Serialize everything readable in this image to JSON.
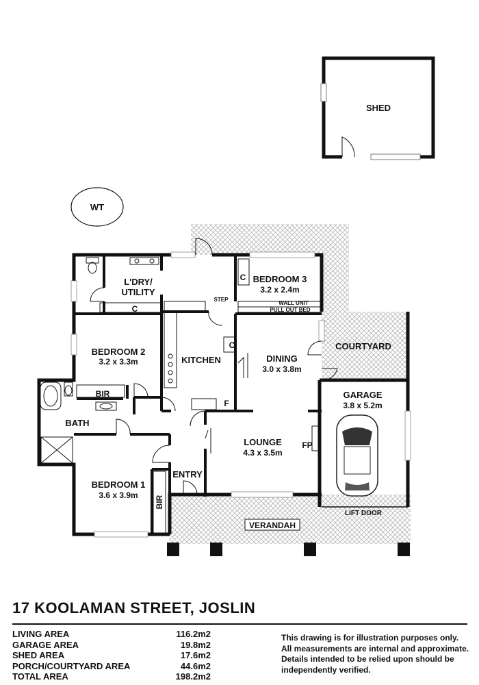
{
  "rooms": {
    "shed": "SHED",
    "wt": "WT",
    "laundry_line1": "L'DRY/",
    "laundry_line2": "UTILITY",
    "bedroom3_name": "BEDROOM 3",
    "bedroom3_dims": "3.2 x 2.4m",
    "wall_unit": "WALL UNIT",
    "pull_out_bed": "PULL OUT BED",
    "step": "STEP",
    "bedroom2_name": "BEDROOM 2",
    "bedroom2_dims": "3.2 x 3.3m",
    "kitchen": "KITCHEN",
    "dining_name": "DINING",
    "dining_dims": "3.0 x 3.8m",
    "courtyard": "COURTYARD",
    "garage_name": "GARAGE",
    "garage_dims": "3.8 x 5.2m",
    "bir": "BIR",
    "bath": "BATH",
    "lounge_name": "LOUNGE",
    "lounge_dims": "4.3 x 3.5m",
    "fp": "FP",
    "entry": "ENTRY",
    "bedroom1_name": "BEDROOM 1",
    "bedroom1_dims": "3.6 x 3.9m",
    "verandah": "VERANDAH",
    "lift_door": "LIFT DOOR",
    "cupboard": "C",
    "fridge": "F"
  },
  "footer": {
    "title": "17 KOOLAMAN STREET, JOSLIN",
    "areas": [
      {
        "label": "LIVING AREA",
        "value": "116.2m2"
      },
      {
        "label": "GARAGE AREA",
        "value": "19.8m2"
      },
      {
        "label": "SHED AREA",
        "value": "17.6m2"
      },
      {
        "label": "PORCH/COURTYARD AREA",
        "value": "44.6m2"
      },
      {
        "label": "TOTAL AREA",
        "value": "198.2m2"
      }
    ],
    "disclaimer": [
      "This drawing is for illustration purposes only.",
      "All measurements are internal and approximate.",
      "Details intended to be relied upon should be",
      "independently verified."
    ]
  }
}
